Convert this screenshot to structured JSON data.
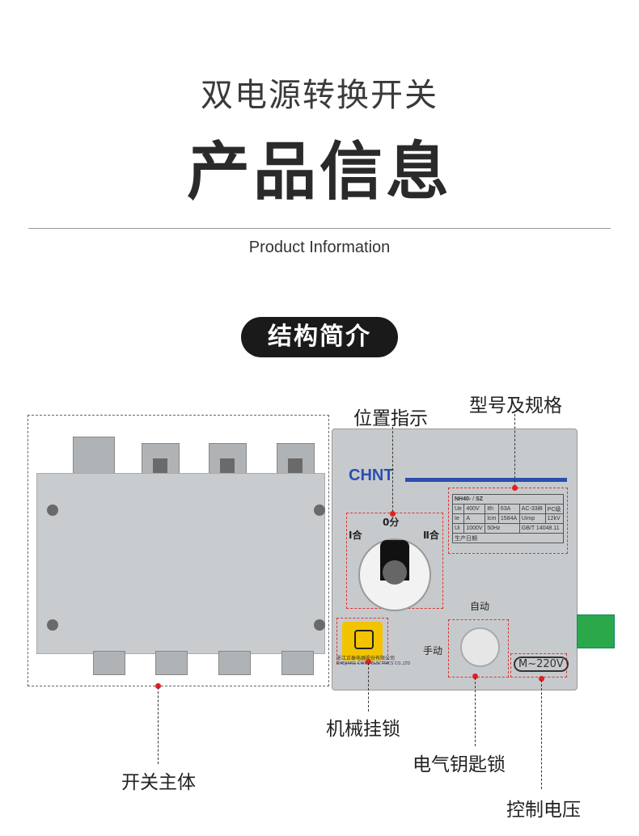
{
  "header": {
    "subtitle": "双电源转换开关",
    "title": "产品信息",
    "english": "Product Information"
  },
  "section": {
    "label": "结构简介"
  },
  "device": {
    "brand": "CHNT",
    "model_row": [
      "NH40-",
      "/",
      "SZ"
    ],
    "spec_rows": [
      [
        "Ue",
        "400V",
        "Ith",
        "63A",
        "AC-33iB",
        "PC级"
      ],
      [
        "Ie",
        "",
        "A",
        "Icm",
        "1584A",
        "Uimp",
        "12kV"
      ],
      [
        "Ui",
        "1000V",
        "50Hz",
        "GB/T 14048.11"
      ],
      [
        "生产日期",
        ""
      ]
    ],
    "dial": {
      "off": "0分",
      "pos1": "Ⅰ合",
      "pos2": "Ⅱ合"
    },
    "key": {
      "auto": "自动",
      "manual": "手动"
    },
    "voltage": "M~220V",
    "maker": "浙江正泰电器股份有限公司",
    "maker_en": "ZHEJIANG CHINT ELECTRICS CO.,LTD"
  },
  "callouts": {
    "position": "位置指示",
    "model": "型号及规格",
    "lock": "机械挂锁",
    "key_lock": "电气钥匙锁",
    "body": "开关主体",
    "voltage": "控制电压"
  },
  "colors": {
    "accent": "#e02020",
    "brand": "#2a4fb0",
    "lock": "#f2c400"
  }
}
